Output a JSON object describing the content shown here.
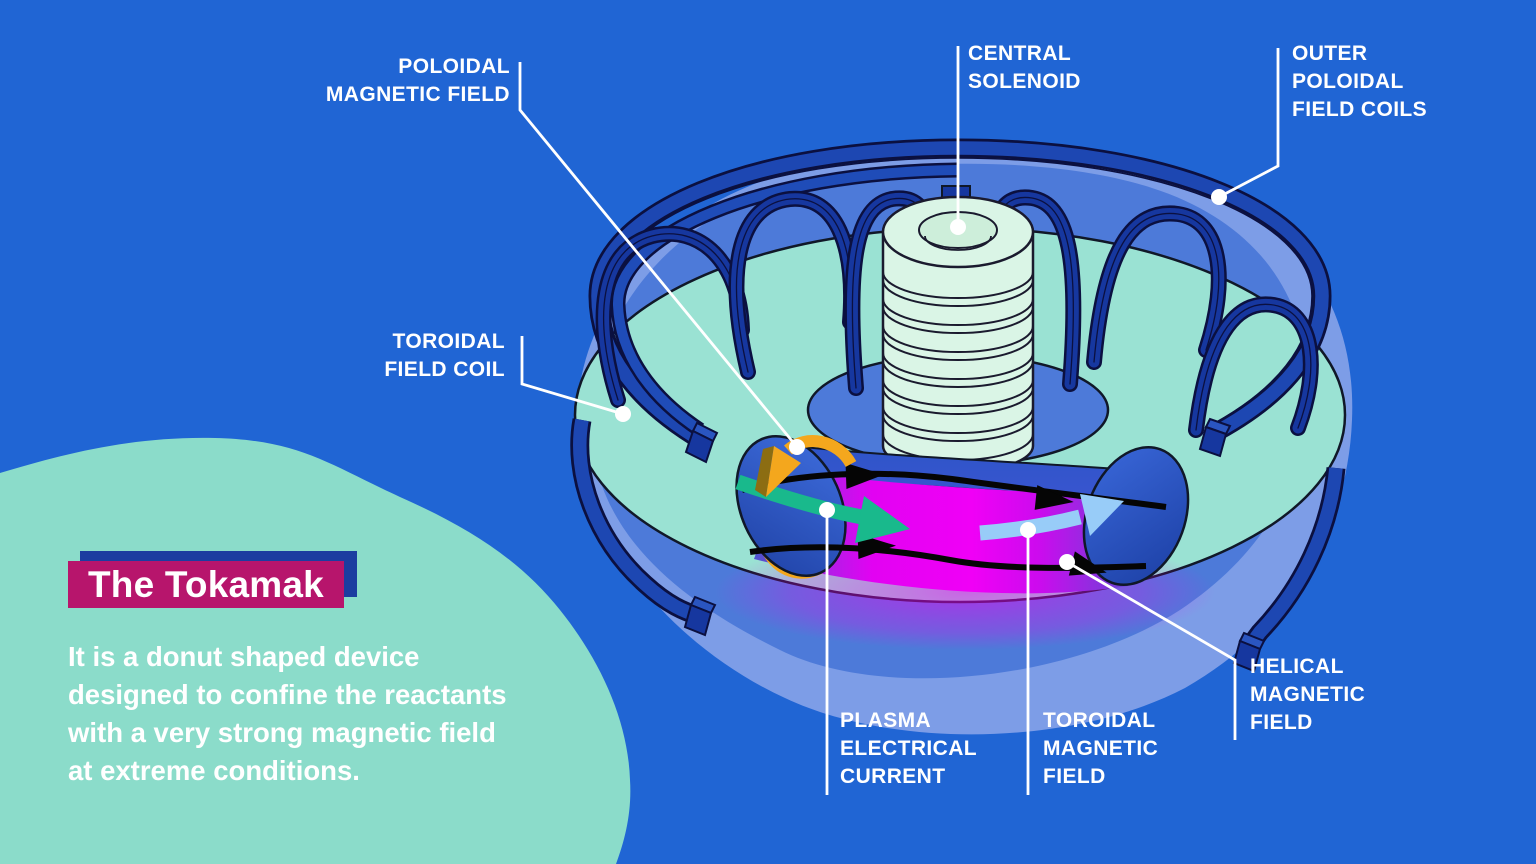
{
  "title": {
    "text": "The Tokamak"
  },
  "description": {
    "lines": [
      "It is a donut shaped device",
      "designed to confine the reactants",
      "with a very strong magnetic field",
      "at extreme conditions."
    ]
  },
  "labels": {
    "poloidal_magnetic_field": {
      "lines": [
        "POLOIDAL",
        "MAGNETIC FIELD"
      ]
    },
    "central_solenoid": {
      "lines": [
        "CENTRAL",
        "SOLENOID"
      ]
    },
    "outer_poloidal_field_coils": {
      "lines": [
        "OUTER",
        "POLOIDAL",
        "FIELD COILS"
      ]
    },
    "toroidal_field_coil": {
      "lines": [
        "TOROIDAL",
        "FIELD COIL"
      ]
    },
    "plasma_electrical_current": {
      "lines": [
        "PLASMA",
        "ELECTRICAL",
        "CURRENT"
      ]
    },
    "toroidal_magnetic_field": {
      "lines": [
        "TOROIDAL",
        "MAGNETIC",
        "FIELD"
      ]
    },
    "helical_magnetic_field": {
      "lines": [
        "HELICAL",
        "MAGNETIC",
        "FIELD"
      ]
    }
  },
  "colors": {
    "background": "#2065d4",
    "corner_blob_teal": "#8bdcca",
    "glow_blob_light": "#7d9de7",
    "glow_blob_medium": "#4d7ad9",
    "coil_navy": "#16379f",
    "torus_teal": "#9ae2d3",
    "solenoid_mint": "#daf5e6",
    "plasma_magenta": "#ee00f2",
    "title_bar": "#b7156c",
    "title_shadow": "#1c3da0",
    "arrow_green": "#19b98c",
    "arrow_light_blue": "#98ccf8",
    "arrow_orange": "#f4a71d",
    "field_line_black": "#050505",
    "callout_white": "#ffffff"
  }
}
